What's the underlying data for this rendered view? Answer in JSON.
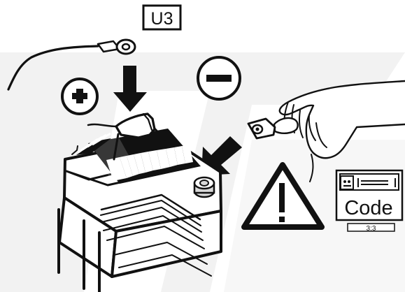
{
  "labels": {
    "connector_code": "U3",
    "radio_code_word": "Code",
    "page_indicator": "3:3"
  },
  "icons": {
    "positive": "plus-icon",
    "negative": "minus-icon",
    "warning": "warning-triangle-icon",
    "radio": "radio-unit-icon"
  },
  "colors": {
    "ink": "#111111",
    "paper": "#ffffff",
    "watermark": "#f2f2f2",
    "terminal_gray": "#d9d9d9"
  }
}
